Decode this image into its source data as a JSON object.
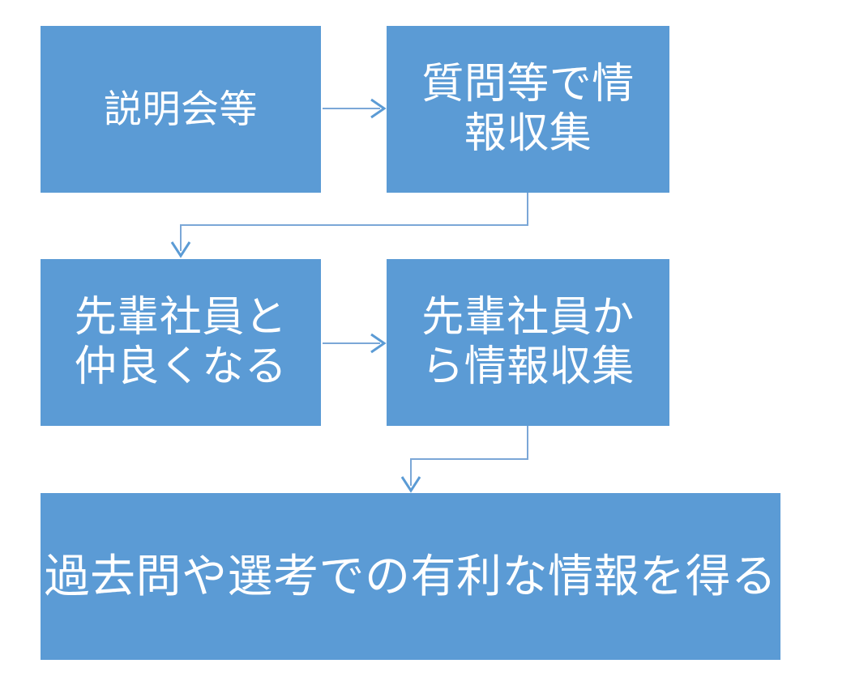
{
  "diagram": {
    "type": "flowchart",
    "background_color": "#FFFFFF",
    "node_fill_color": "#5B9BD5",
    "node_text_color": "#FFFFFF",
    "connector_color": "#7BA7D7",
    "nodes": [
      {
        "id": "briefing",
        "label": "説明会等"
      },
      {
        "id": "collect_by_questions",
        "label": "質問等で情\n報収集"
      },
      {
        "id": "befriend_seniors",
        "label": "先輩社員と\n仲良くなる"
      },
      {
        "id": "collect_from_seniors",
        "label": "先輩社員か\nら情報収集"
      },
      {
        "id": "outcome",
        "label": "過去問や選考での有利な情報を得る"
      }
    ],
    "connectors": [
      {
        "id": "briefing-to-questions",
        "from": "briefing",
        "to": "collect_by_questions",
        "style": "straight-right"
      },
      {
        "id": "questions-to-befriend",
        "from": "collect_by_questions",
        "to": "befriend_seniors",
        "style": "elbow-down-left"
      },
      {
        "id": "befriend-to-collect",
        "from": "befriend_seniors",
        "to": "collect_from_seniors",
        "style": "straight-right"
      },
      {
        "id": "collect-to-outcome",
        "from": "collect_from_seniors",
        "to": "outcome",
        "style": "elbow-down-left"
      }
    ]
  }
}
